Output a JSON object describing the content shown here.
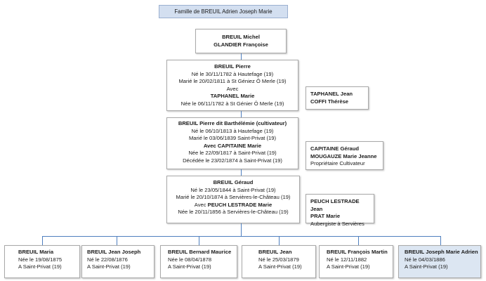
{
  "title": "Famille de BREUIL Adrien Joseph Marie",
  "gen1": {
    "line1": "BREUIL Michel",
    "line2": "GLANDIER Françoise"
  },
  "gen2": {
    "name": "BREUIL Pierre",
    "line1": "Né le 30/11/1782  à Hautefage (19)",
    "line2": "Marié le 20/02/1811  à St Géniez Ô Merle (19)",
    "line3": "Avec",
    "spouse": "TAPHANEL Marie",
    "line4": "Née le 06/11/1782  à St Génier Ô Merle (19)",
    "spouse_parents": {
      "line1": "TAPHANEL Jean",
      "line2": "COFFI Thérèse"
    }
  },
  "gen3": {
    "name": "BREUIL Pierre dit Barthélémie (cultivateur)",
    "line1": "Né le 06/10/1813  à Hautefage (19)",
    "line2": "Marié  le 03/06/1839  Saint-Privat (19)",
    "line3": "Avec CAPITAINE Marie",
    "line4": "Née le 22/09/1817  à Saint-Privat  (19)",
    "line5": "Décédée le 23/02/1874  à Saint-Privat (19)",
    "spouse_parents": {
      "line1": "CAPITAINE Géraud",
      "line2": "MOUGAUZE Marie Jeanne",
      "line3": "Propriétaire Cultivateur"
    }
  },
  "gen4": {
    "name": "BREUIL  Géraud",
    "line1": "Né le 23/05/1844  à Saint-Privat  (19)",
    "line2": "Marié le 20/10/1874  à Servières-le-Château (19)",
    "line3_prefix": "Avec ",
    "spouse": "PEUCH LESTRADE  Marie",
    "line4": "Née le 20/11/1856  à Servières-le-Château (19)",
    "spouse_parents": {
      "line1": "PEUCH LESTRADE Jean",
      "line2": "PRAT Marie",
      "line3": "Aubergiste à Servières"
    }
  },
  "children": [
    {
      "name": "BREUIL  Maria",
      "line1": "Née le 19/08/1875",
      "line2": "A Saint-Privat (19)"
    },
    {
      "name": "BREUIL  Jean Joseph",
      "line1": "Né le 22/08/1876",
      "line2": "A  Saint-Privat (19)"
    },
    {
      "name": "BREUIL  Bernard Maurice",
      "line1": "Née le 08/04/1878",
      "line2": "A  Saint-Privat  (19)"
    },
    {
      "name": "BREUIL Jean",
      "line1": "Né le 25/03/1879",
      "line2": "A  Saint-Privat (19)"
    },
    {
      "name": "BREUIL François Martin",
      "line1": "Né le 12/11/1882",
      "line2": "A  Saint-Privat (19)"
    },
    {
      "name": "BREUIL  Joseph Marie Adrien",
      "line1": "Né le 04/03/1886",
      "line2": "A  Saint-Privat (19)"
    }
  ],
  "colors": {
    "connector": "#4f7fbf",
    "title_bg": "#d3dff0",
    "highlight_bg": "#dce6f2"
  }
}
